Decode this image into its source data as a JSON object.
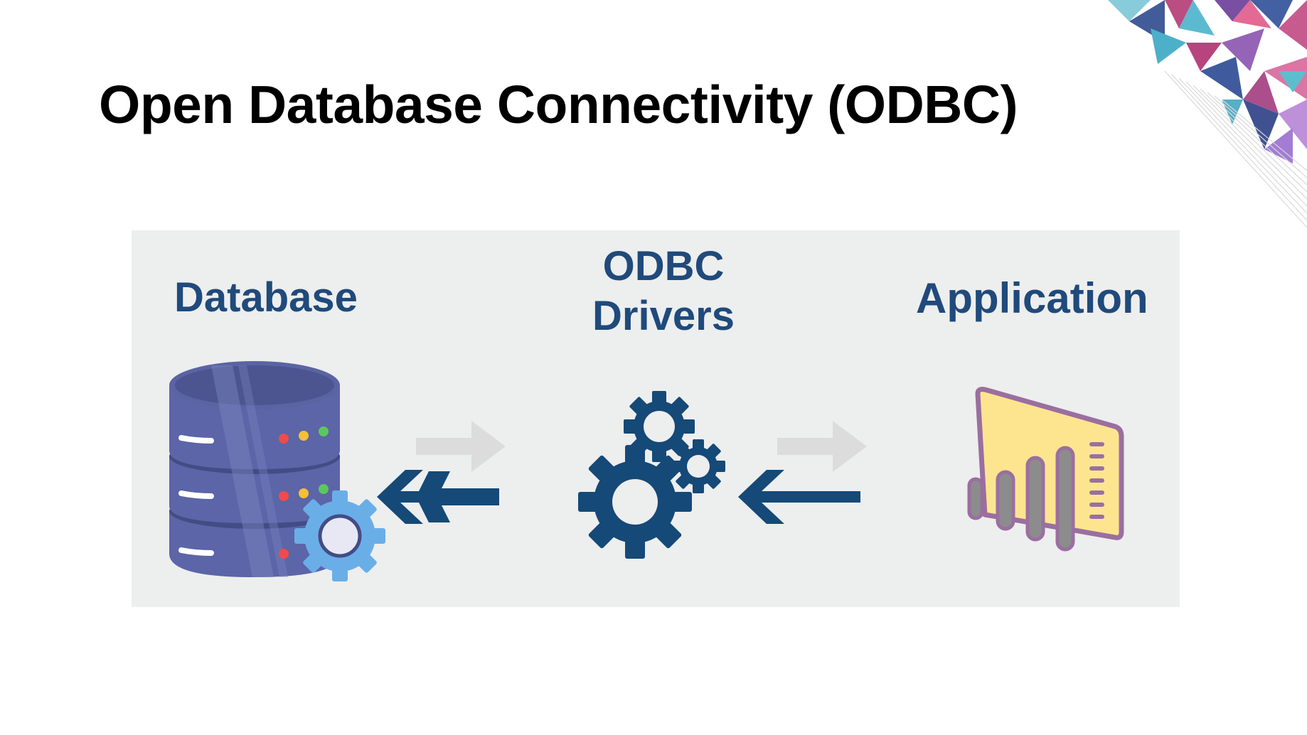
{
  "slide": {
    "title": "Open Database Connectivity (ODBC)"
  },
  "diagram": {
    "labels": {
      "database": "Database",
      "odbc_line1": "ODBC",
      "odbc_line2": "Drivers",
      "application": "Application"
    },
    "icons": {
      "database": "database-server-gear-icon",
      "drivers": "gears-icon",
      "application": "power-bi-report-icon",
      "arrows": "bidirectional-arrow-icon"
    },
    "colors": {
      "label": "#1f4a7b",
      "arrow_dark": "#154977",
      "arrow_light": "#dcdcdc",
      "background": "#edeeee",
      "database_body": "#5b65a8",
      "gear_blue": "#6aaee8",
      "app_yellow": "#fde58f",
      "app_outline": "#9a6fa0"
    }
  }
}
